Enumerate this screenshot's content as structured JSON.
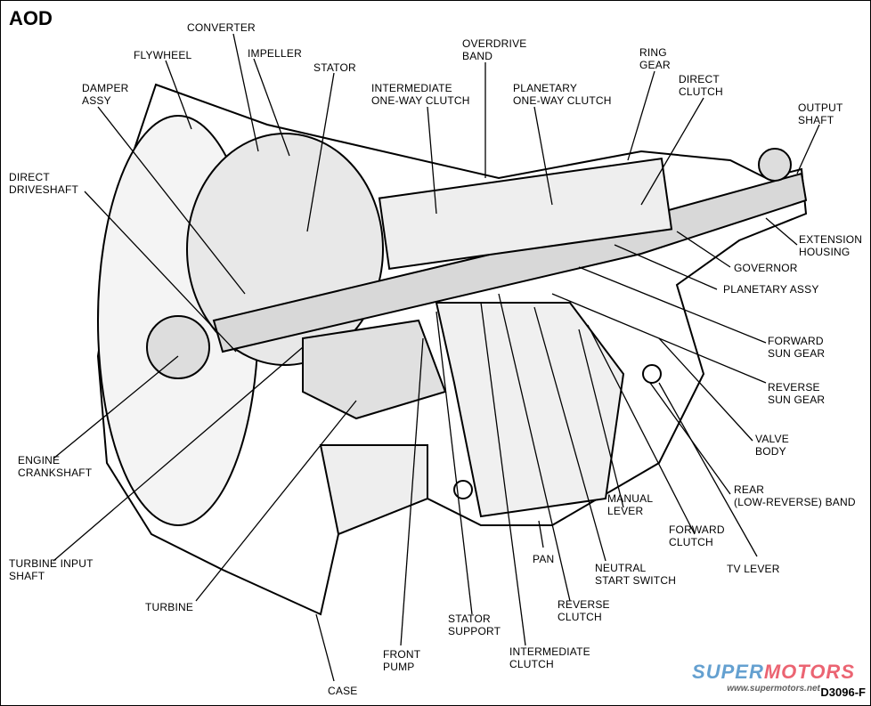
{
  "title": "AOD",
  "figure_code": "D3096-F",
  "watermark": {
    "brand_a": "SUPER",
    "brand_b": "MOTORS",
    "url": "www.supermotors.net",
    "color_a": "#4a90c8",
    "color_b": "#e84a5a"
  },
  "labels": [
    {
      "id": "converter",
      "text": "CONVERTER"
    },
    {
      "id": "flywheel",
      "text": "FLYWHEEL"
    },
    {
      "id": "impeller",
      "text": "IMPELLER"
    },
    {
      "id": "stator",
      "text": "STATOR"
    },
    {
      "id": "overdrive-band",
      "text": "OVERDRIVE\nBAND"
    },
    {
      "id": "ring-gear",
      "text": "RING\nGEAR"
    },
    {
      "id": "direct-clutch",
      "text": "DIRECT\nCLUTCH"
    },
    {
      "id": "output-shaft",
      "text": "OUTPUT\nSHAFT"
    },
    {
      "id": "damper-assy",
      "text": "DAMPER\nASSY"
    },
    {
      "id": "intermediate-one-way-clutch",
      "text": "INTERMEDIATE\nONE-WAY CLUTCH"
    },
    {
      "id": "planetary-one-way-clutch",
      "text": "PLANETARY\nONE-WAY CLUTCH"
    },
    {
      "id": "direct-driveshaft",
      "text": "DIRECT\nDRIVESHAFT"
    },
    {
      "id": "extension-housing",
      "text": "EXTENSION\nHOUSING"
    },
    {
      "id": "governor",
      "text": "GOVERNOR"
    },
    {
      "id": "planetary-assy",
      "text": "PLANETARY ASSY"
    },
    {
      "id": "forward-sun-gear",
      "text": "FORWARD\nSUN GEAR"
    },
    {
      "id": "reverse-sun-gear",
      "text": "REVERSE\nSUN GEAR"
    },
    {
      "id": "valve-body",
      "text": "VALVE\nBODY"
    },
    {
      "id": "engine-crankshaft",
      "text": "ENGINE\nCRANKSHAFT"
    },
    {
      "id": "rear-band",
      "text": "REAR\n(LOW-REVERSE) BAND"
    },
    {
      "id": "manual-lever",
      "text": "MANUAL\nLEVER"
    },
    {
      "id": "forward-clutch",
      "text": "FORWARD\nCLUTCH"
    },
    {
      "id": "turbine-input-shaft",
      "text": "TURBINE INPUT\nSHAFT"
    },
    {
      "id": "pan",
      "text": "PAN"
    },
    {
      "id": "neutral-start-switch",
      "text": "NEUTRAL\nSTART SWITCH"
    },
    {
      "id": "tv-lever",
      "text": "TV LEVER"
    },
    {
      "id": "turbine",
      "text": "TURBINE"
    },
    {
      "id": "reverse-clutch",
      "text": "REVERSE\nCLUTCH"
    },
    {
      "id": "stator-support",
      "text": "STATOR\nSUPPORT"
    },
    {
      "id": "front-pump",
      "text": "FRONT\nPUMP"
    },
    {
      "id": "intermediate-clutch",
      "text": "INTERMEDIATE\nCLUTCH"
    },
    {
      "id": "case",
      "text": "CASE"
    }
  ]
}
